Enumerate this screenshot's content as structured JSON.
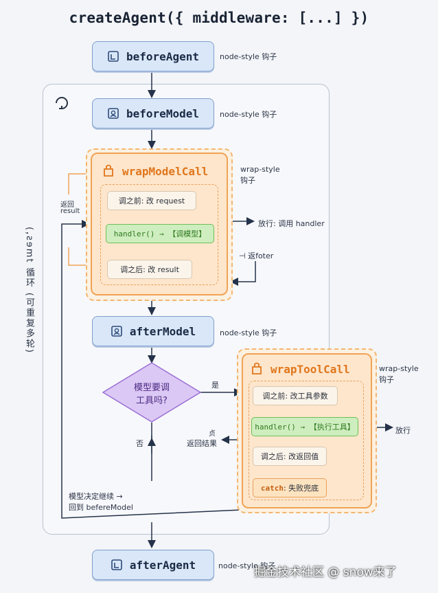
{
  "title": "createAgent({ middleware: [...] })",
  "nodes": {
    "before_agent": "beforeAgent",
    "before_model": "beforeModel",
    "after_model": "afterModel",
    "after_agent": "afterAgent"
  },
  "notes": {
    "node_style_hook": "node-style 钩子",
    "wrap_style": "wrap-style",
    "hook": "钩子",
    "return_result_1": "返回",
    "return_result_2": "result",
    "release_call_handler": "放行: 调用 handler",
    "return_foter": "⊣ 返foter",
    "yes": "是",
    "no": "否",
    "tool_return_1": "贞",
    "tool_return_2": "返回结果",
    "release": "放行",
    "model_decides_1": "模型决定继续 →",
    "model_decides_2": "回到 befereModel",
    "after_agent_note": "node-style 钩子"
  },
  "wrap_model": {
    "title": "wrapModelCall",
    "before": "调之前: 改 request",
    "handler": "handler() → 【调模型】",
    "after": "调之后: 改 result"
  },
  "wrap_tool": {
    "title": "wrapToolCall",
    "before": "调之前: 改工具参数",
    "handler": "handler() → 【执行工具】",
    "after": "调之后: 改返回值",
    "catch_key": "catch",
    "catch_text": ": 失败兜底"
  },
  "decision": {
    "line1": "模型要调",
    "line2": "工具吗?"
  },
  "loop_label": "(ꓹꙅɘmt 循环 (可重复多轮)",
  "watermark": "掘金技术社区 @ snow来了",
  "colors": {
    "node_fill": "#d9e7f9",
    "wrap_fill": "#fde6cc",
    "wrap_title": "#e0761c",
    "handler_fill": "#cfeebf",
    "decision_fill": "#dcc8f5",
    "return_line": "#f0a354",
    "line": "#24324a"
  }
}
